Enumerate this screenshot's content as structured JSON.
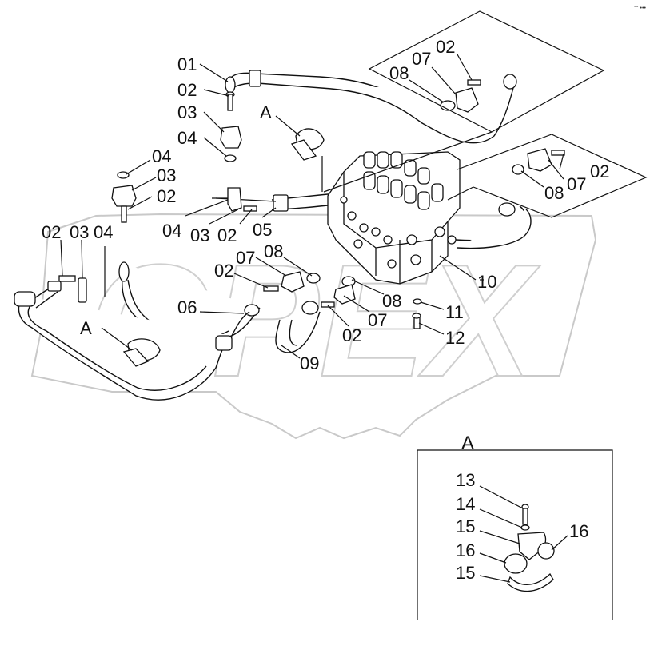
{
  "corner_mark": "°° •••",
  "watermark": {
    "text": "OPEX",
    "kind": "gear-logo"
  },
  "callouts": [
    {
      "id": "c1",
      "text": "01"
    },
    {
      "id": "c2",
      "text": "02"
    },
    {
      "id": "c3",
      "text": "03"
    },
    {
      "id": "c4",
      "text": "04"
    },
    {
      "id": "c5",
      "text": "A"
    },
    {
      "id": "c6",
      "text": "02"
    },
    {
      "id": "c7",
      "text": "07"
    },
    {
      "id": "c8",
      "text": "08"
    },
    {
      "id": "c9",
      "text": "04"
    },
    {
      "id": "c10",
      "text": "03"
    },
    {
      "id": "c11",
      "text": "02"
    },
    {
      "id": "c12",
      "text": "04"
    },
    {
      "id": "c13",
      "text": "03"
    },
    {
      "id": "c14",
      "text": "02"
    },
    {
      "id": "c15",
      "text": "05"
    },
    {
      "id": "c16",
      "text": "02"
    },
    {
      "id": "c17",
      "text": "03"
    },
    {
      "id": "c18",
      "text": "04"
    },
    {
      "id": "c19",
      "text": "02"
    },
    {
      "id": "c20",
      "text": "07"
    },
    {
      "id": "c21",
      "text": "08"
    },
    {
      "id": "c22",
      "text": "08"
    },
    {
      "id": "c23",
      "text": "07"
    },
    {
      "id": "c24",
      "text": "02"
    },
    {
      "id": "c25",
      "text": "10"
    },
    {
      "id": "c26",
      "text": "06"
    },
    {
      "id": "c27",
      "text": "A"
    },
    {
      "id": "c28",
      "text": "08"
    },
    {
      "id": "c29",
      "text": "11"
    },
    {
      "id": "c30",
      "text": "07"
    },
    {
      "id": "c31",
      "text": "02"
    },
    {
      "id": "c32",
      "text": "12"
    },
    {
      "id": "c33",
      "text": "09"
    }
  ],
  "detail": {
    "title": "A",
    "callouts": [
      {
        "id": "d1",
        "text": "13"
      },
      {
        "id": "d2",
        "text": "14"
      },
      {
        "id": "d3",
        "text": "15"
      },
      {
        "id": "d4",
        "text": "16"
      },
      {
        "id": "d5",
        "text": "16"
      },
      {
        "id": "d6",
        "text": "15"
      }
    ]
  }
}
